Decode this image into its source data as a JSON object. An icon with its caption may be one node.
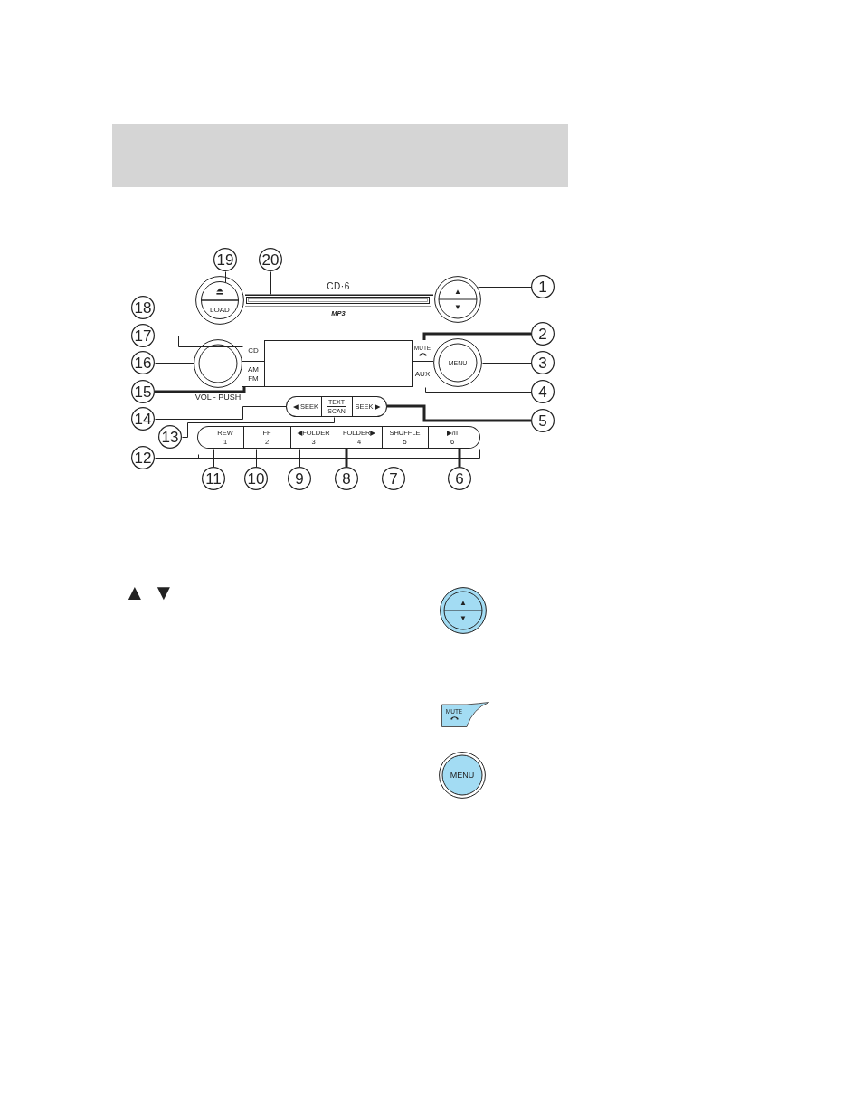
{
  "diagram": {
    "nodes": [
      {
        "text": [
          "1"
        ]
      },
      {
        "text": [
          "2"
        ]
      },
      {
        "text": [
          "3"
        ]
      },
      {
        "text": [
          "4"
        ]
      },
      {
        "text": [
          "5"
        ]
      },
      {
        "text": [
          "6"
        ]
      },
      {
        "text": [
          "7"
        ]
      },
      {
        "text": [
          "8"
        ]
      },
      {
        "text": [
          "9"
        ]
      },
      {
        "text": [
          "10"
        ]
      },
      {
        "text": [
          "11"
        ]
      },
      {
        "text": [
          "12"
        ]
      },
      {
        "text": [
          "13"
        ]
      },
      {
        "text": [
          "14"
        ]
      },
      {
        "text": [
          "15"
        ]
      },
      {
        "text": [
          "16"
        ]
      },
      {
        "text": [
          "17"
        ]
      },
      {
        "text": [
          "18"
        ]
      },
      {
        "text": [
          "19"
        ]
      },
      {
        "text": [
          "20"
        ]
      },
      {
        "text": [
          "▲",
          "▼"
        ]
      },
      {
        "text": [
          "MUTE"
        ]
      },
      {
        "text": [
          "MENU"
        ]
      },
      {
        "text": [
          "AUX"
        ]
      },
      {
        "text": [],
        "shape": "bar"
      },
      {
        "text": [
          "◀ SEEK"
        ],
        "in": 24
      },
      {
        "text": [
          "TEXT",
          "SCAN"
        ],
        "in": 24
      },
      {
        "text": [
          "SEEK ▶"
        ],
        "in": 24
      },
      {
        "text": [],
        "shape": "bar"
      },
      {
        "text": [
          "REW",
          "1"
        ],
        "in": 28
      },
      {
        "text": [
          "FF",
          "2"
        ],
        "in": 28
      },
      {
        "text": [
          "◀FOLDER",
          "3"
        ],
        "in": 28
      },
      {
        "text": [
          "FOLDER▶",
          "4"
        ],
        "in": 28
      },
      {
        "text": [
          "SHUFFLE",
          "5"
        ],
        "in": 28
      },
      {
        "text": [
          "▶/II",
          "6"
        ],
        "in": 28
      },
      {
        "text": [
          "AM FM"
        ]
      },
      {
        "text": [],
        "shape": "circle",
        "beside": [
          "VOL - PUSH"
        ]
      },
      {
        "text": [
          "CD"
        ]
      },
      {
        "text": [],
        "shape": "circle"
      },
      {
        "text": [],
        "shape": "semicircle",
        "in": 38
      },
      {
        "text": [
          "LOAD"
        ],
        "in": 38
      },
      {
        "text": [],
        "shape": "bar",
        "beside": [
          "CD·6",
          "MP3"
        ]
      },
      {
        "text": [
          "▲",
          "▼"
        ]
      },
      {
        "text": [
          "MUTE"
        ]
      },
      {
        "text": [
          "MENU"
        ]
      },
      {
        "text": [],
        "shape": "box"
      }
    ],
    "edges": [
      {
        "from": 0,
        "to": 20,
        "arrow": "none"
      },
      {
        "from": 1,
        "to": 21,
        "arrow": "none",
        "style": "thick"
      },
      {
        "from": 2,
        "to": 22,
        "arrow": "none"
      },
      {
        "from": 3,
        "to": 23,
        "arrow": "none"
      },
      {
        "from": 4,
        "to": 27,
        "arrow": "none",
        "style": "thick"
      },
      {
        "from": 5,
        "to": 34,
        "arrow": "none",
        "style": "thick"
      },
      {
        "from": 6,
        "to": 33,
        "arrow": "none"
      },
      {
        "from": 7,
        "to": 32,
        "arrow": "none",
        "style": "thick"
      },
      {
        "from": 8,
        "to": 31,
        "arrow": "none"
      },
      {
        "from": 9,
        "to": 30,
        "arrow": "none"
      },
      {
        "from": 10,
        "to": 29,
        "arrow": "none"
      },
      {
        "from": 11,
        "to": 28,
        "arrow": "none"
      },
      {
        "from": 12,
        "to": 26,
        "arrow": "none"
      },
      {
        "from": 13,
        "to": 25,
        "arrow": "none"
      },
      {
        "from": 14,
        "to": 35,
        "arrow": "none",
        "style": "thick"
      },
      {
        "from": 15,
        "to": 36,
        "arrow": "none"
      },
      {
        "from": 16,
        "to": 37,
        "arrow": "none"
      },
      {
        "from": 17,
        "to": 40,
        "arrow": "none"
      },
      {
        "from": 18,
        "to": 39,
        "arrow": "none"
      },
      {
        "from": 19,
        "to": 41,
        "arrow": "none"
      }
    ],
    "labels": [
      "▲",
      "▼"
    ]
  }
}
